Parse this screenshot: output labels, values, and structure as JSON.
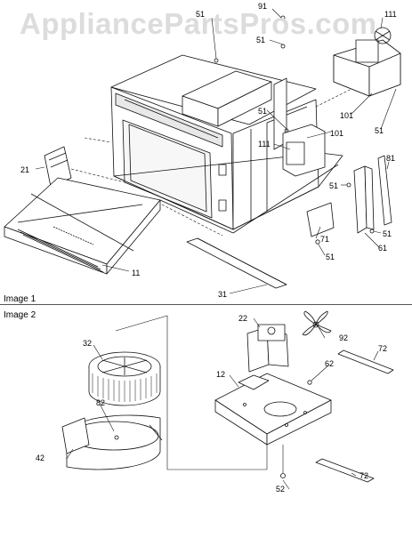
{
  "watermark": "AppliancePartsPros.com",
  "sections": {
    "image1_label": "Image 1",
    "image2_label": "Image 2"
  },
  "callouts_image1": {
    "c51a": "51",
    "c91": "91",
    "c51b": "51",
    "c111a": "111",
    "c101a": "101",
    "c51c": "51",
    "c51d": "51",
    "c101b": "101",
    "c111b": "111",
    "c21": "21",
    "c81": "81",
    "c51e": "51",
    "c71": "71",
    "c51f": "51",
    "c61": "61",
    "c51g": "51",
    "c11": "11",
    "c31": "31"
  },
  "callouts_image2": {
    "c32": "32",
    "c22": "22",
    "c92": "92",
    "c72a": "72",
    "c12": "12",
    "c62": "62",
    "c82": "82",
    "c42": "42",
    "c72b": "72",
    "c52": "52"
  }
}
